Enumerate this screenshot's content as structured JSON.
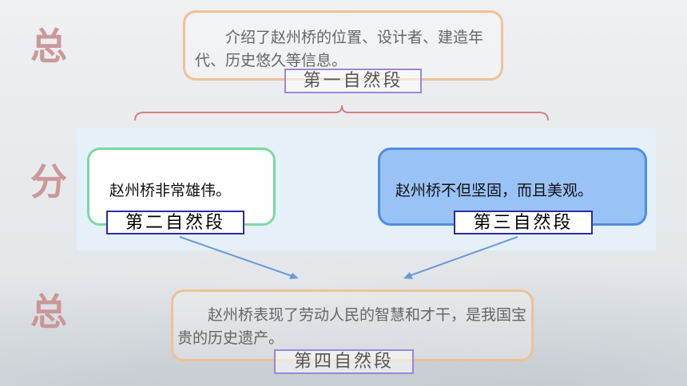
{
  "side_labels": {
    "top": "总",
    "middle": "分",
    "bottom": "总"
  },
  "para1": {
    "text": "介绍了赵州桥的位置、设计者、建造年代、历史悠久等信息。",
    "tag": "第一自然段"
  },
  "para2": {
    "text": "赵州桥非常雄伟。",
    "tag": "第二自然段"
  },
  "para3": {
    "text": "赵州桥不但坚固，而且美观。",
    "tag": "第三自然段"
  },
  "para4": {
    "text": "赵州桥表现了劳动人民的智慧和才干，是我国宝贵的历史遗产。",
    "tag": "第四自然段"
  },
  "colors": {
    "side_char": "#c98f8f",
    "peach_border": "#f0c196",
    "green_border": "#7bd9a0",
    "blue_fill": "#99c2f6",
    "tag_border_light": "#9b86d9",
    "tag_border_dark": "#2d2ca0"
  }
}
